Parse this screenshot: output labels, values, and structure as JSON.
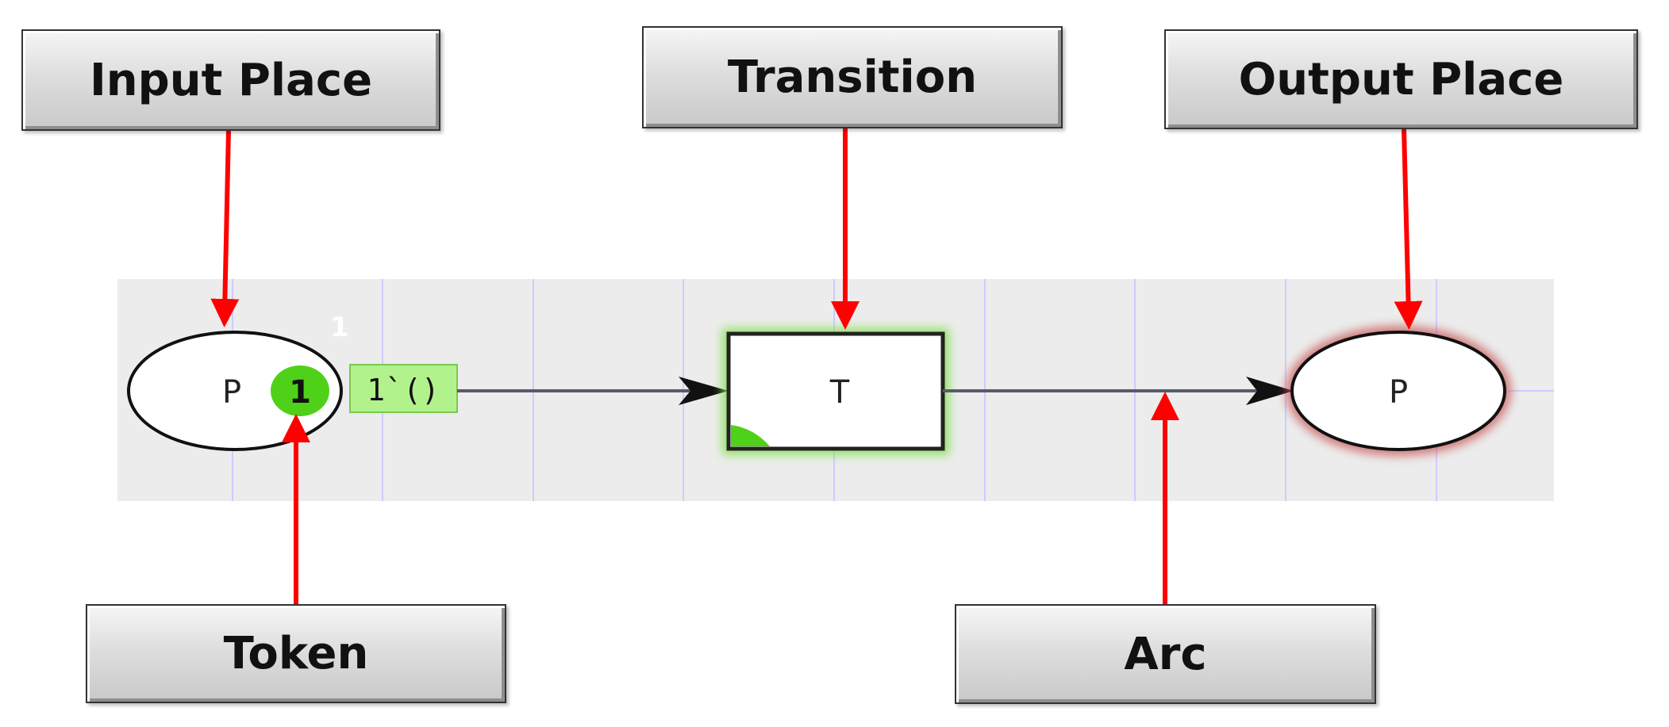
{
  "labels": {
    "input_place": "Input Place",
    "transition": "Transition",
    "output_place": "Output Place",
    "token": "Token",
    "arc": "Arc"
  },
  "net": {
    "input_place_name": "P",
    "token_count": "1",
    "marking_text": "1`()",
    "place_annotation": "1",
    "transition_name": "T",
    "output_place_name": "P"
  },
  "colors": {
    "pointer": "#ff0000",
    "token": "#4fd11a",
    "marking_bg": "#b2f28c",
    "enabled_glow": "#7fe04a",
    "output_glow": "#c44a4a",
    "canvas": "#ececec",
    "grid": "#ccccff"
  }
}
